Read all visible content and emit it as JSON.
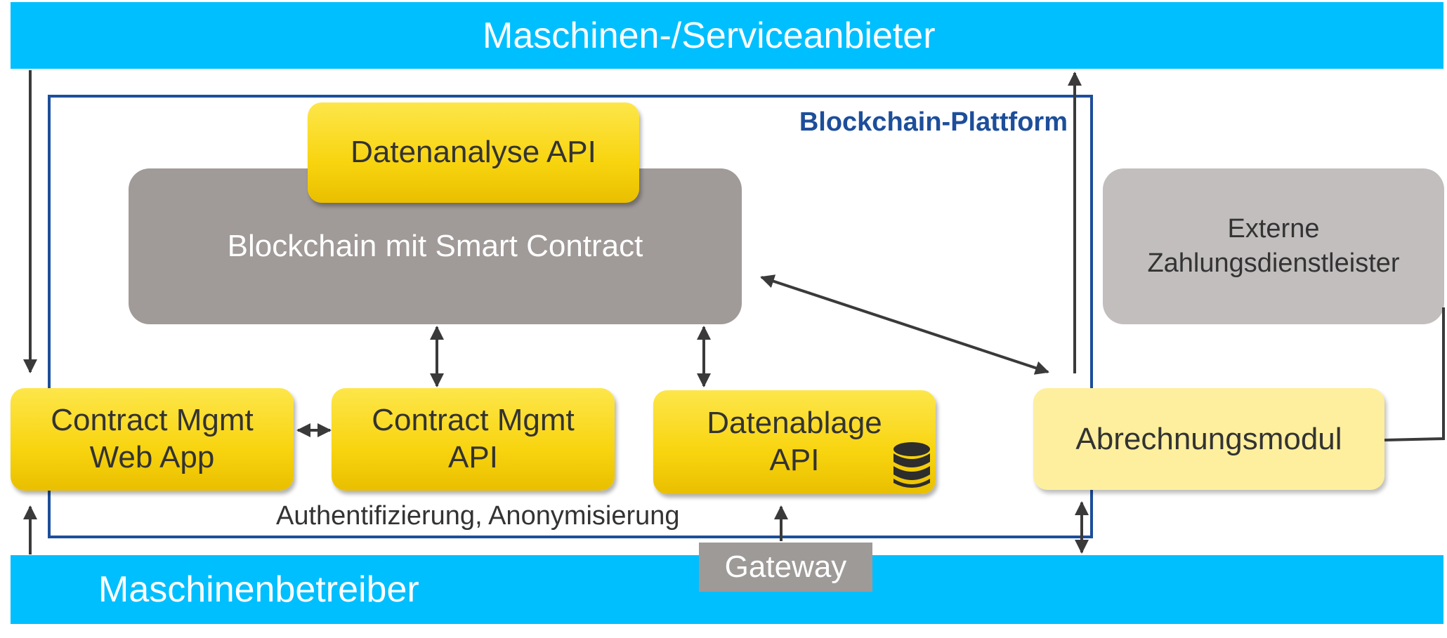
{
  "top_band": {
    "label": "Maschinen-/Serviceanbieter"
  },
  "bottom_band": {
    "label": "Maschinenbetreiber"
  },
  "platform": {
    "label": "Blockchain-Plattform"
  },
  "blockchain": {
    "label": "Blockchain mit Smart Contract"
  },
  "datenanalyse": {
    "label": "Datenanalyse API"
  },
  "web_app": {
    "line1": "Contract Mgmt",
    "line2": "Web App"
  },
  "contract_api": {
    "line1": "Contract Mgmt",
    "line2": "API"
  },
  "datenablage": {
    "line1": "Datenablage",
    "line2": "API",
    "icon": "database-icon"
  },
  "abrechnung": {
    "label": "Abrechnungsmodul"
  },
  "extern": {
    "line1": "Externe",
    "line2": "Zahlungsdienstleister"
  },
  "auth_text": "Authentifizierung, Anonymisierung",
  "gateway": {
    "label": "Gateway"
  },
  "colors": {
    "band": "#00bfff",
    "frame": "#1d4e9a",
    "blockchain_box": "#a09a98",
    "extern_box": "#c2bebe",
    "yellow_box": "#f8d40f",
    "abrechnung_box": "#fdef9e",
    "gateway_box": "#9e9a98",
    "arrow": "#3a3a3a"
  }
}
